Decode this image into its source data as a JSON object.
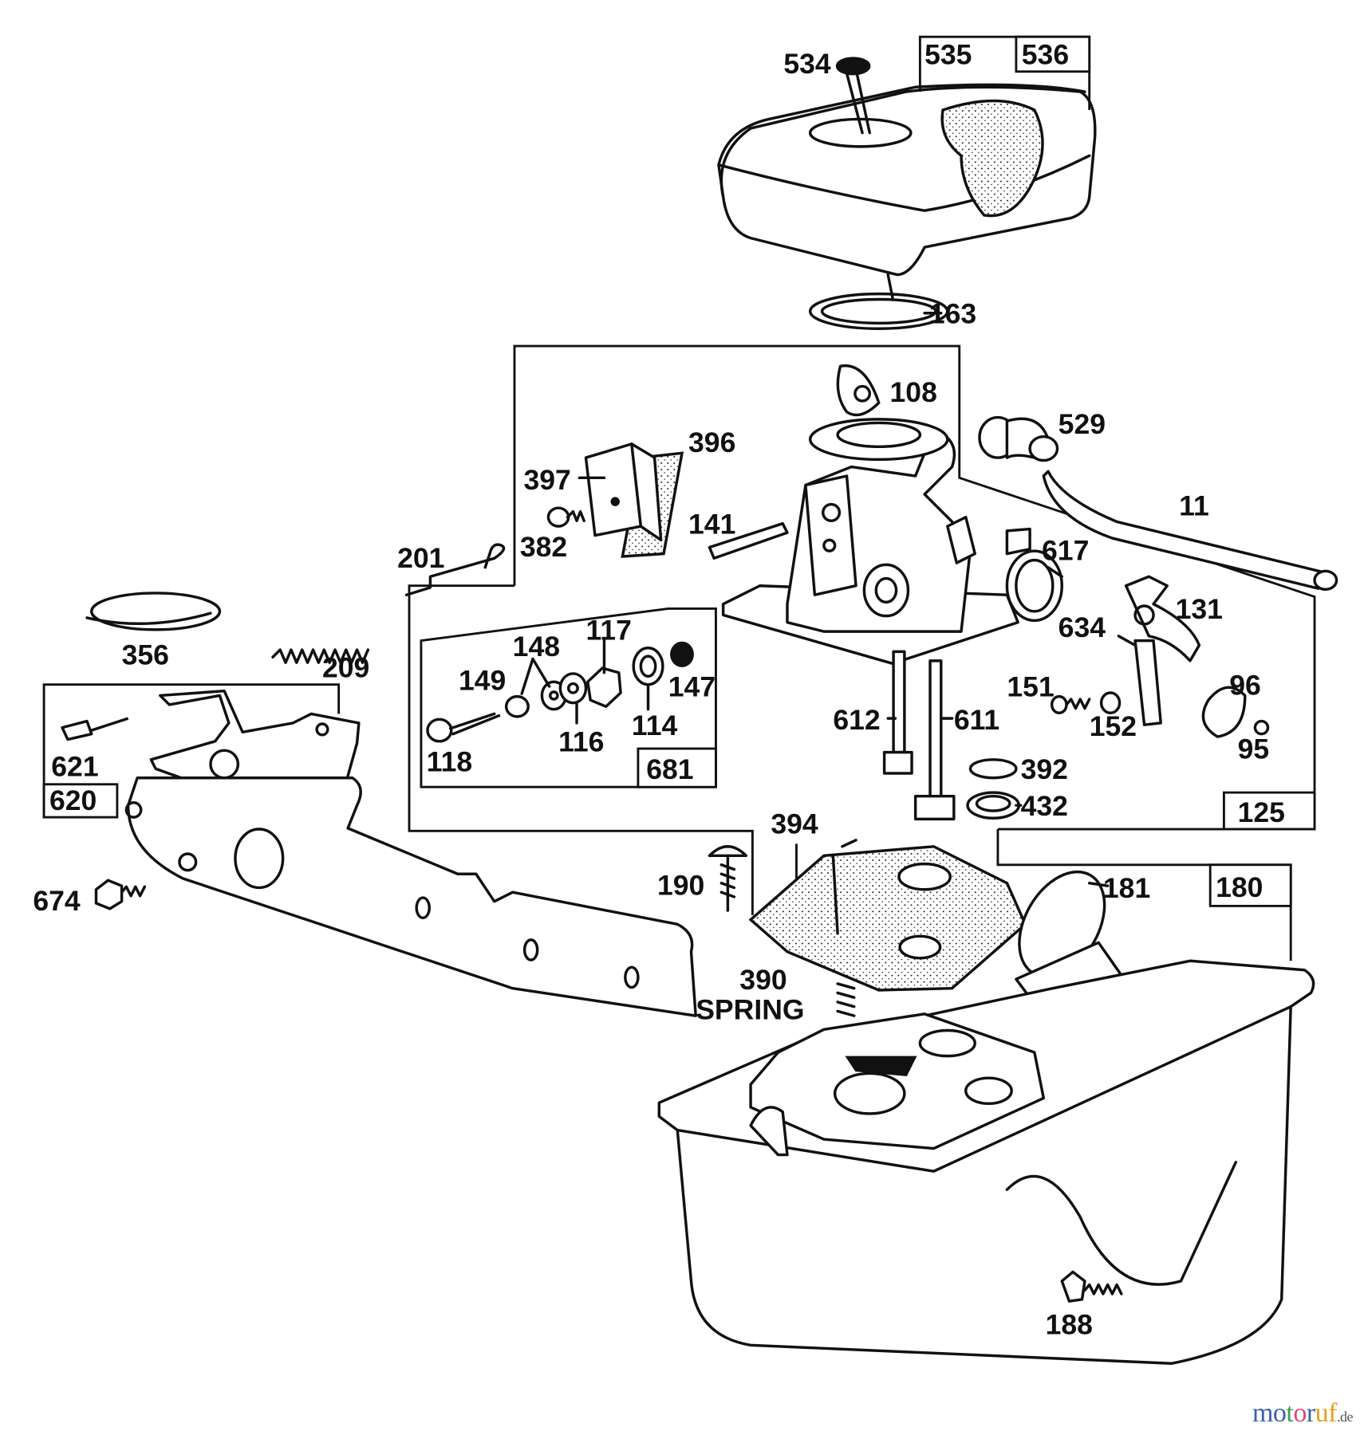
{
  "diagram": {
    "part_labels": {
      "p534": "534",
      "p535": "535",
      "p536": "536",
      "p163": "163",
      "p108": "108",
      "p396": "396",
      "p397": "397",
      "p382": "382",
      "p201": "201",
      "p141": "141",
      "p529": "529",
      "p11": "11",
      "p617": "617",
      "p131": "131",
      "p634": "634",
      "p96": "96",
      "p95": "95",
      "p151": "151",
      "p152": "152",
      "p612": "612",
      "p611": "611",
      "p392": "392",
      "p432": "432",
      "p125": "125",
      "p356": "356",
      "p209": "209",
      "p621": "621",
      "p620": "620",
      "p674": "674",
      "p190": "190",
      "p394": "394",
      "p181": "181",
      "p180": "180",
      "p390": "390",
      "spring": "SPRING",
      "p188": "188",
      "p149": "149",
      "p148": "148",
      "p117": "117",
      "p147": "147",
      "p118": "118",
      "p116": "116",
      "p114": "114",
      "p681": "681"
    }
  },
  "watermark": {
    "letters": [
      "m",
      "o",
      "t",
      "o",
      "r",
      "u",
      "f"
    ],
    "colors": [
      "#3a5fb0",
      "#3a5fb0",
      "#3aa04a",
      "#e0457a",
      "#3a5fb0",
      "#e8a020",
      "#e8a020"
    ],
    "suffix": ".de"
  }
}
